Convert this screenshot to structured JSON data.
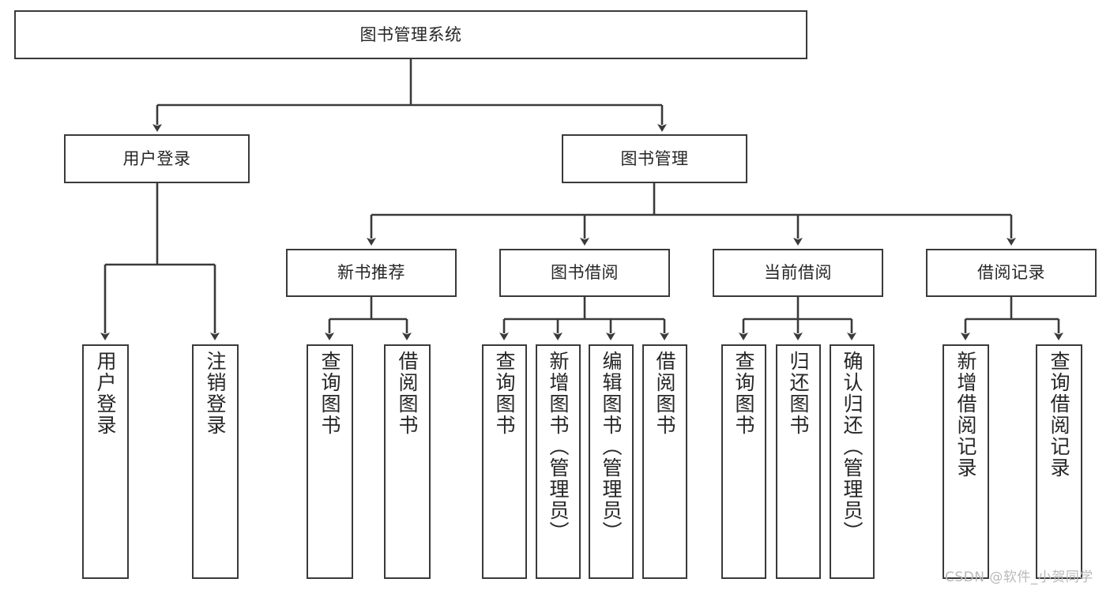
{
  "diagram": {
    "title": "图书管理系统",
    "type": "tree-hierarchy",
    "stroke_color": "#3a3a3a",
    "background_color": "#ffffff",
    "text_color": "#262626"
  },
  "root": {
    "label": "图书管理系统"
  },
  "level2": [
    {
      "label": "用户登录"
    },
    {
      "label": "图书管理"
    }
  ],
  "level3": [
    {
      "label": "新书推荐"
    },
    {
      "label": "图书借阅"
    },
    {
      "label": "当前借阅"
    },
    {
      "label": "借阅记录"
    }
  ],
  "leaves": {
    "user_login": [
      {
        "label": "用户登录"
      },
      {
        "label": "注销登录"
      }
    ],
    "new_book": [
      {
        "label": "查询图书"
      },
      {
        "label": "借阅图书"
      }
    ],
    "book_borrow": [
      {
        "label": "查询图书"
      },
      {
        "label": "新增图书（管理员）"
      },
      {
        "label": "编辑图书（管理员）"
      },
      {
        "label": "借阅图书"
      }
    ],
    "current_borrow": [
      {
        "label": "查询图书"
      },
      {
        "label": "归还图书"
      },
      {
        "label": "确认归还（管理员）"
      }
    ],
    "borrow_record": [
      {
        "label": "新增借阅记录"
      },
      {
        "label": "查询借阅记录"
      }
    ]
  },
  "watermark": {
    "text": "CSDN @软件_小贺同学"
  }
}
